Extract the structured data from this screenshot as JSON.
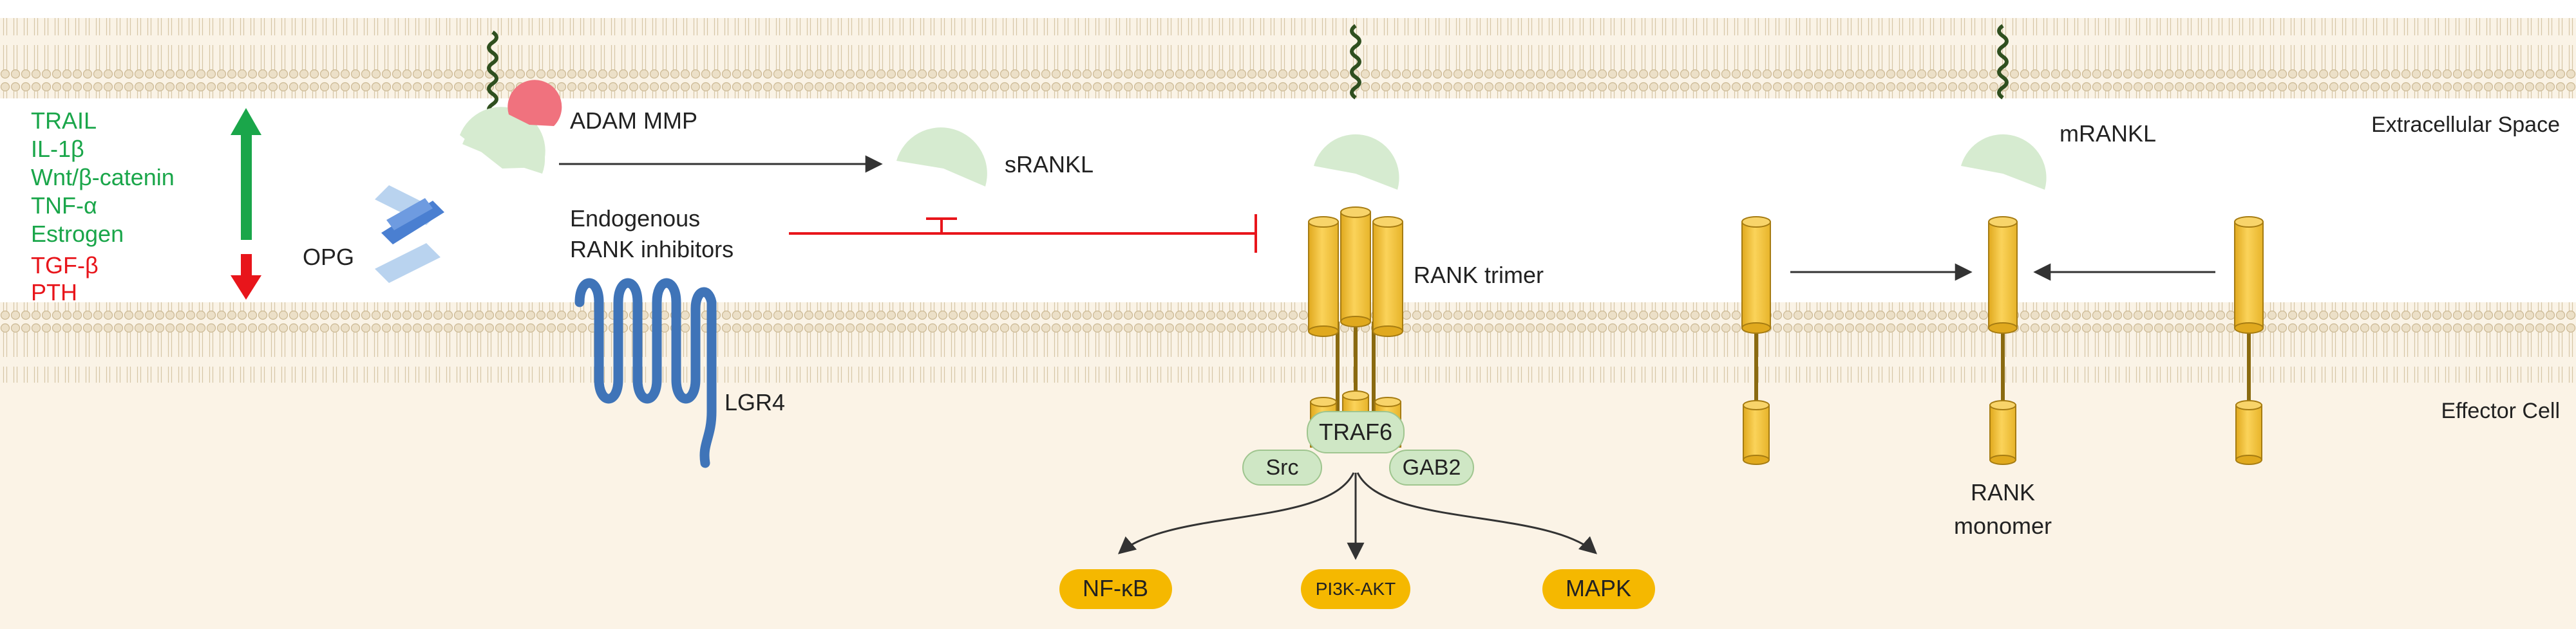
{
  "regions": {
    "extracellular": "Extracellular Space",
    "effector": "Effector Cell"
  },
  "regulators": {
    "up": [
      "TRAIL",
      "IL-1β",
      "Wnt/β-catenin",
      "TNF-α",
      "Estrogen"
    ],
    "down": [
      "TGF-β",
      "PTH"
    ]
  },
  "labels": {
    "opg": "OPG",
    "adam_mmp": "ADAM MMP",
    "srankl": "sRANKL",
    "inhibitors_line1": "Endogenous",
    "inhibitors_line2": "RANK inhibitors",
    "lgr4": "LGR4",
    "rank_trimer": "RANK trimer",
    "mrankl": "mRANKL",
    "rank_monomer_line1": "RANK",
    "rank_monomer_line2": "monomer"
  },
  "adaptors": {
    "traf6": "TRAF6",
    "src": "Src",
    "gab2": "GAB2"
  },
  "pathways": [
    "NF-κB",
    "PI3K-AKT",
    "MAPK"
  ],
  "colors": {
    "up_green": "#1aa64a",
    "down_red": "#e8151b",
    "rank_yellow": "#f7c948",
    "pathway_orange": "#f5b800",
    "rankl_green": "#d6ebd0",
    "adam_pink": "#f0727e",
    "membrane": "#e8dcc4",
    "cytoplasm": "#fbf3e6",
    "lgr4_blue": "#3f74b8",
    "opg_blue": "#4a7fd1"
  }
}
